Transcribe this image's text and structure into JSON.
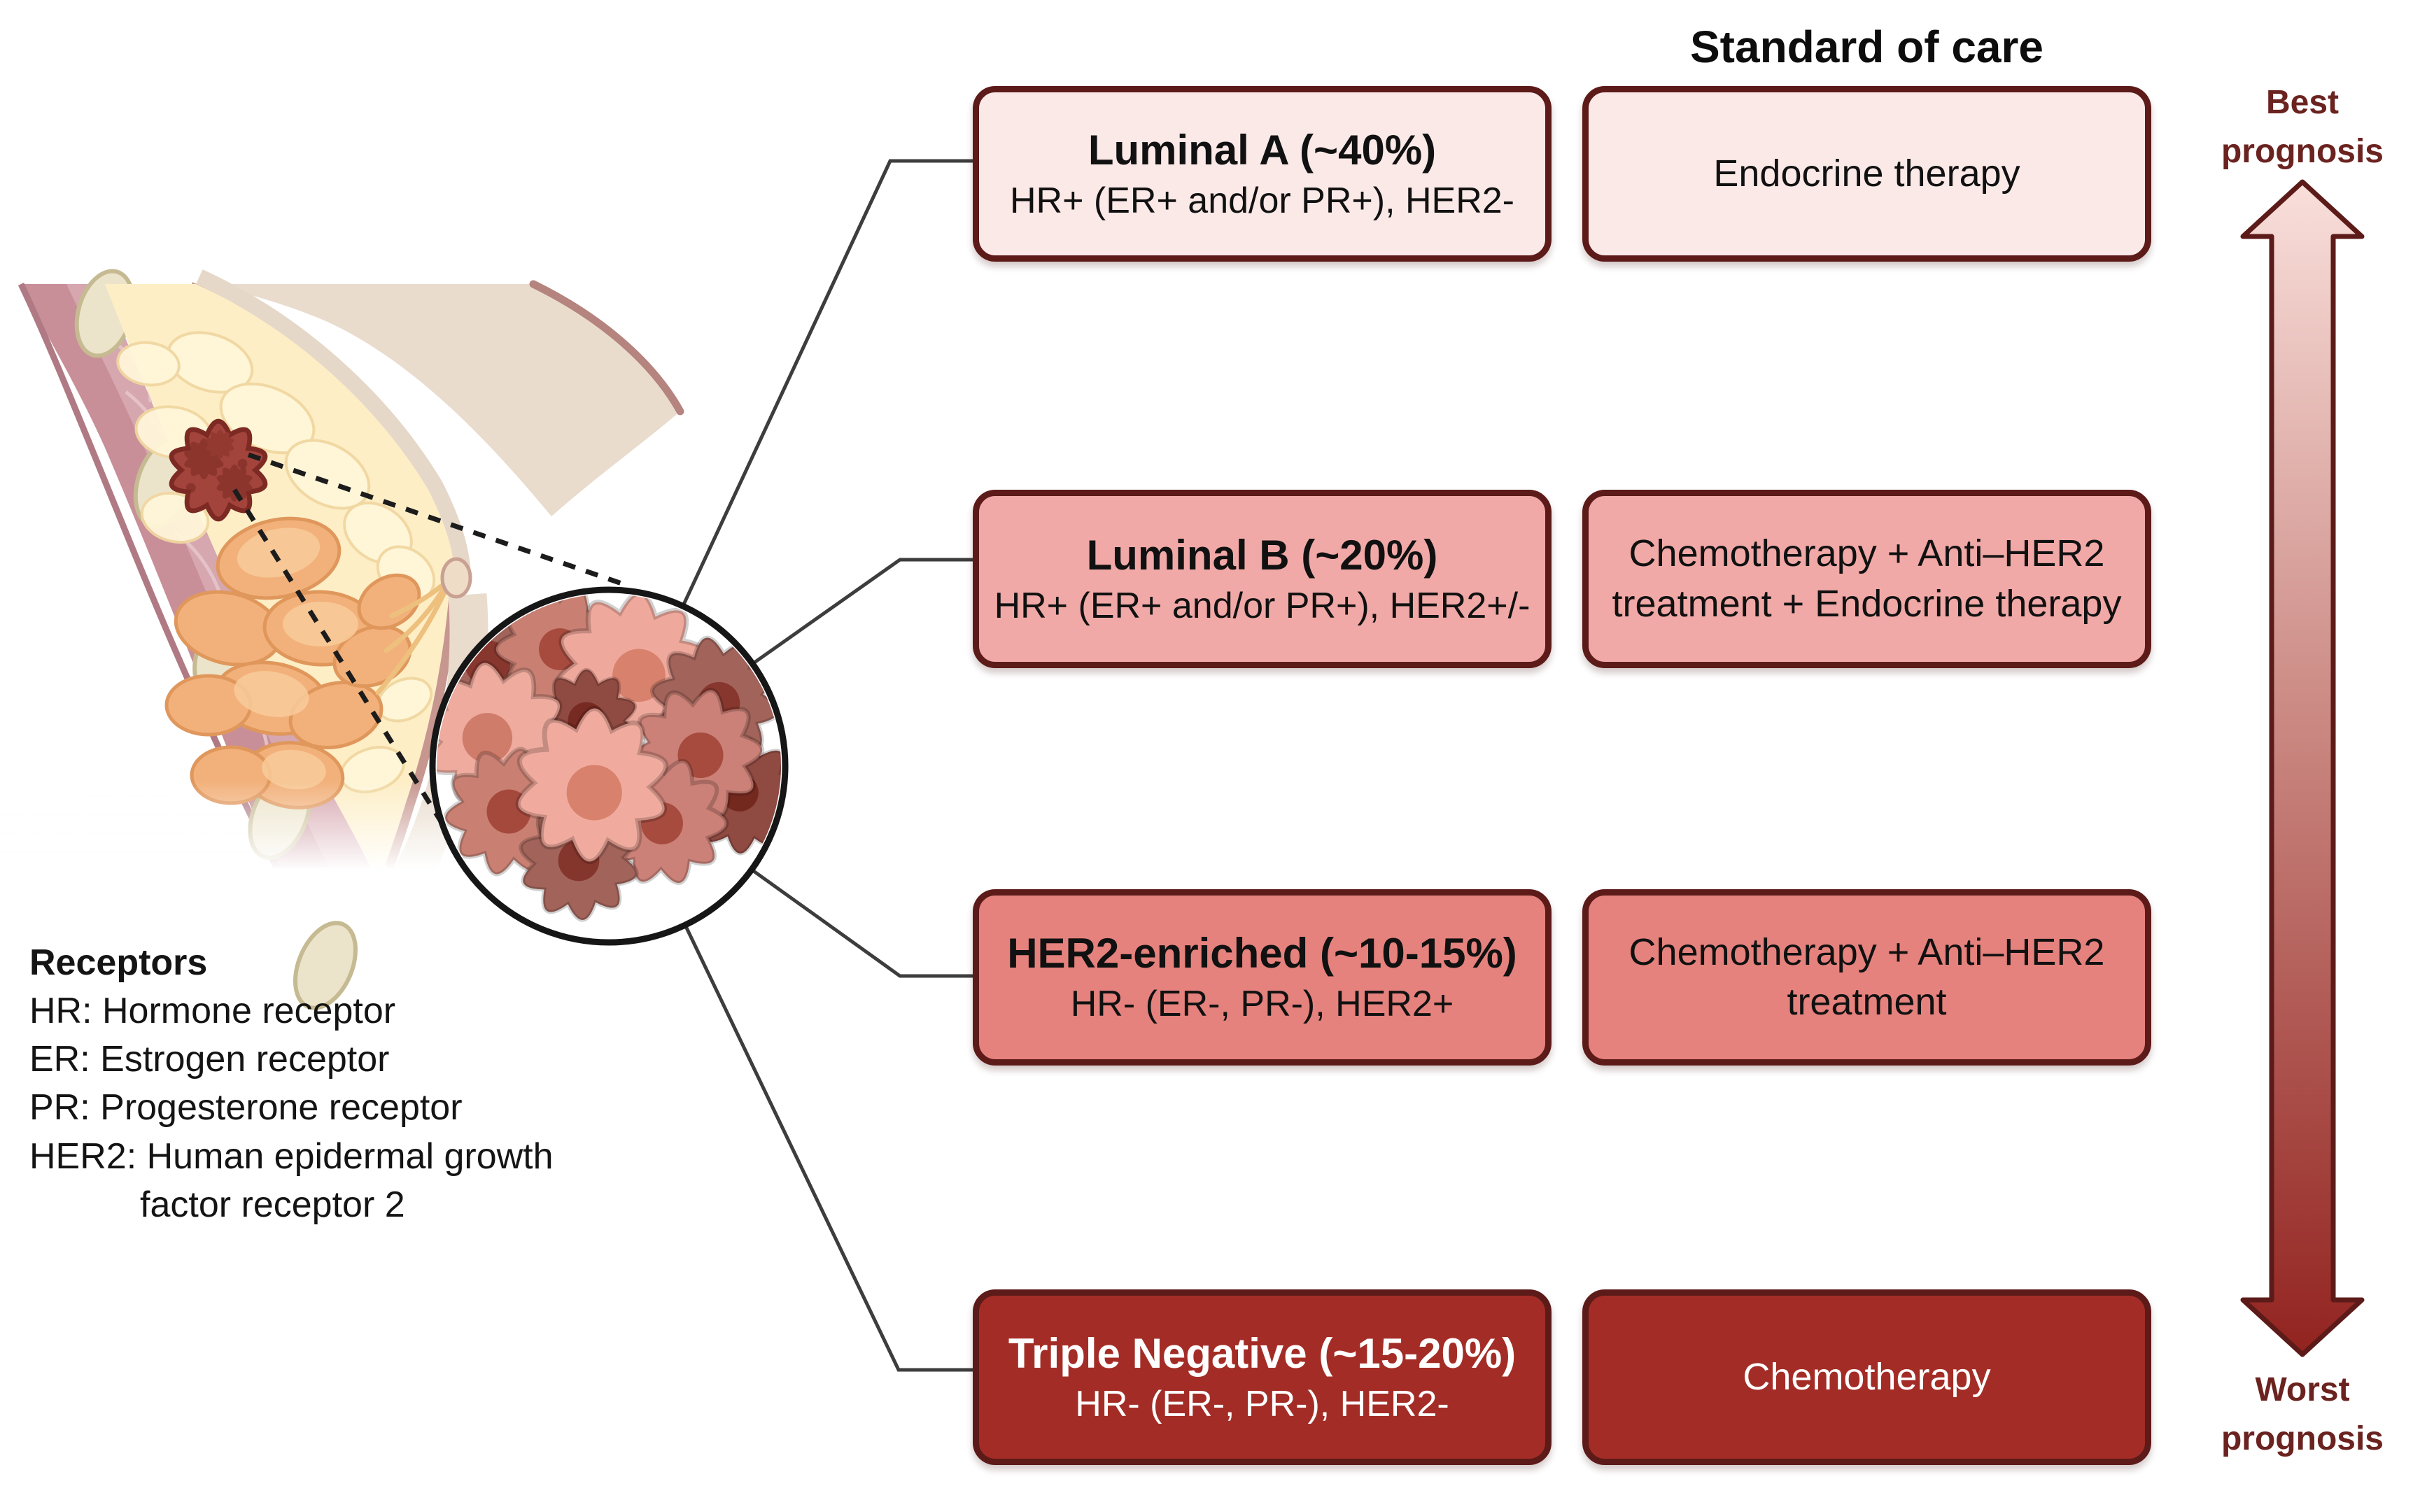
{
  "title": "Standard of care",
  "subtypes": [
    {
      "name": "Luminal A (~40%)",
      "receptors": "HR+ (ER+ and/or PR+), HER2-",
      "treatment_lines": [
        "Endocrine therapy"
      ]
    },
    {
      "name": "Luminal B (~20%)",
      "receptors": "HR+ (ER+ and/or PR+), HER2+/-",
      "treatment_lines": [
        "Chemotherapy + Anti–HER2",
        "treatment + Endocrine therapy"
      ]
    },
    {
      "name": "HER2-enriched (~10-15%)",
      "receptors": "HR- (ER-, PR-), HER2+",
      "treatment_lines": [
        "Chemotherapy + Anti–HER2",
        "treatment"
      ]
    },
    {
      "name": "Triple Negative (~15-20%)",
      "receptors": "HR- (ER-, PR-), HER2-",
      "treatment_lines": [
        "Chemotherapy"
      ]
    }
  ],
  "prognosis": {
    "best": [
      "Best",
      "prognosis"
    ],
    "worst": [
      "Worst",
      "prognosis"
    ]
  },
  "legend": {
    "heading": "Receptors",
    "items": [
      "HR: Hormone receptor",
      "ER: Estrogen receptor",
      "PR: Progesterone receptor",
      "HER2: Human epidermal growth",
      "factor receptor 2"
    ]
  },
  "colors": {
    "box_border": "#5c1a18",
    "box_fill_luminal_a": "#fbe9e8",
    "box_fill_luminal_b": "#f0a9a7",
    "box_fill_her2_enriched": "#e5827d",
    "box_fill_triple_negative": "#a32d26",
    "connector_line": "#3d3d3d",
    "arrow_gradient_top": "#f9dfdb",
    "arrow_gradient_bottom": "#92231f",
    "prognosis_text": "#6b2320",
    "tumor_fill": "#a3443c"
  }
}
